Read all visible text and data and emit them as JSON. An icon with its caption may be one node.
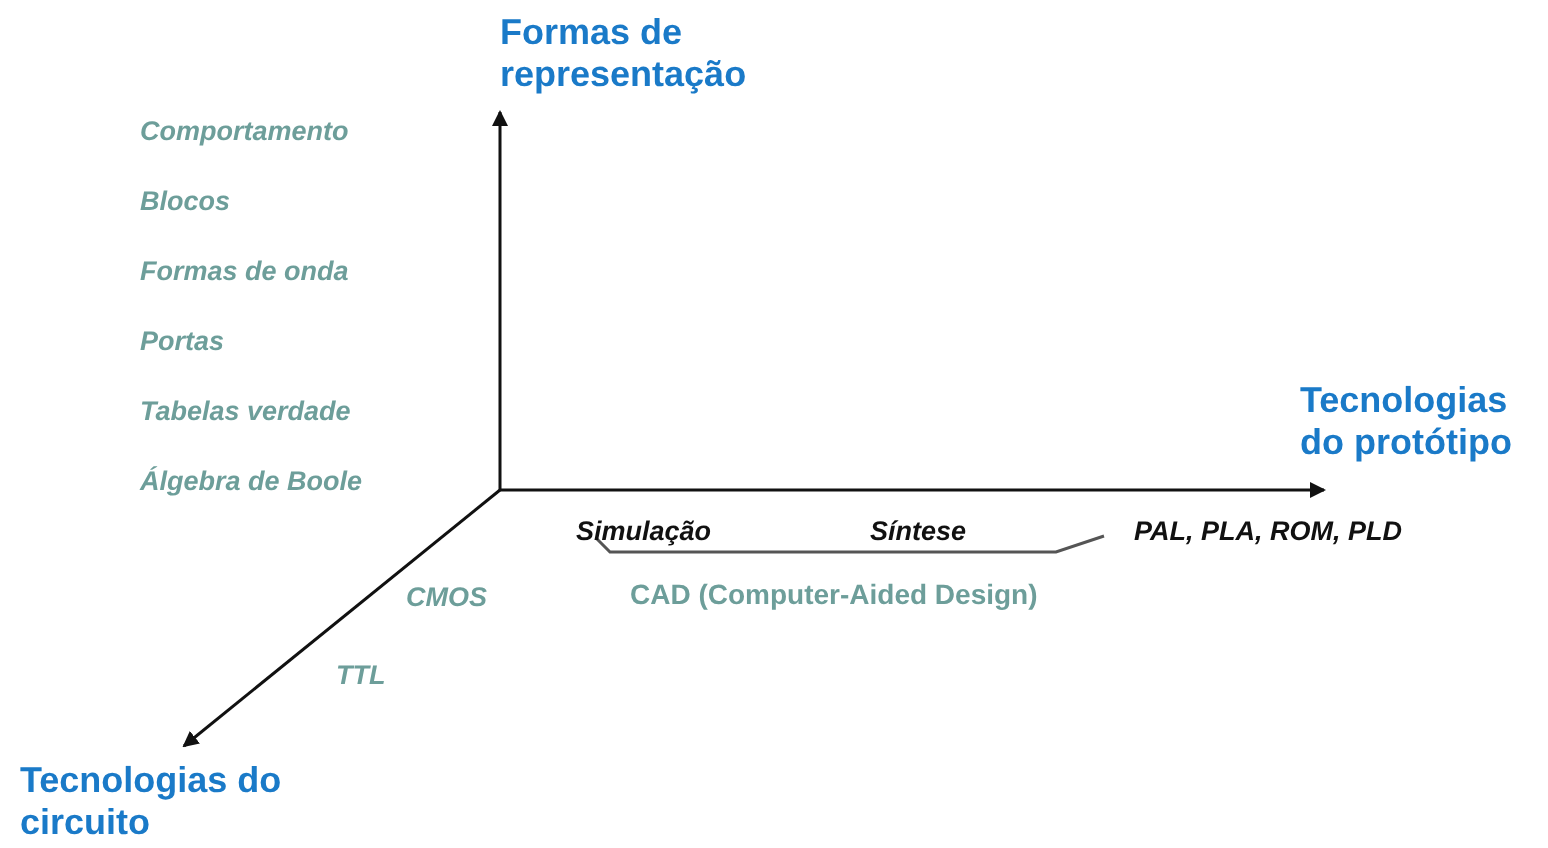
{
  "diagram": {
    "labels": [
      "Formas de representação",
      "Comportamento",
      "Blocos",
      "Formas de onda",
      "Portas",
      "Tabelas verdade",
      "Álgebra de Boole",
      "Tecnologias do protótipo",
      "Simulação",
      "Síntese",
      "PAL, PLA, ROM, PLD",
      "CAD (Computer-Aided Design)",
      "CMOS",
      "TTL",
      "Tecnologias do circuito"
    ]
  }
}
